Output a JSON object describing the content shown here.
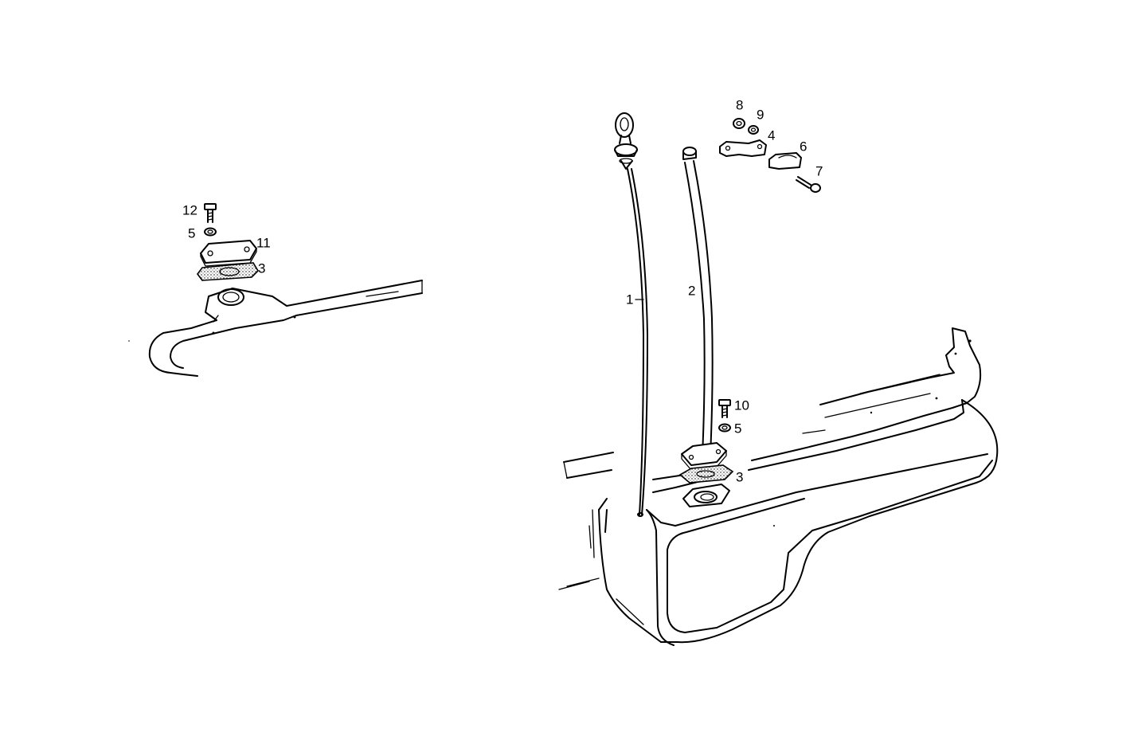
{
  "callouts": {
    "c1": "1",
    "c2": "2",
    "c3a": "3",
    "c3b": "3",
    "c4": "4",
    "c5a": "5",
    "c5b": "5",
    "c6": "6",
    "c7": "7",
    "c8": "8",
    "c9": "9",
    "c10": "10",
    "c11": "11",
    "c12": "12"
  }
}
